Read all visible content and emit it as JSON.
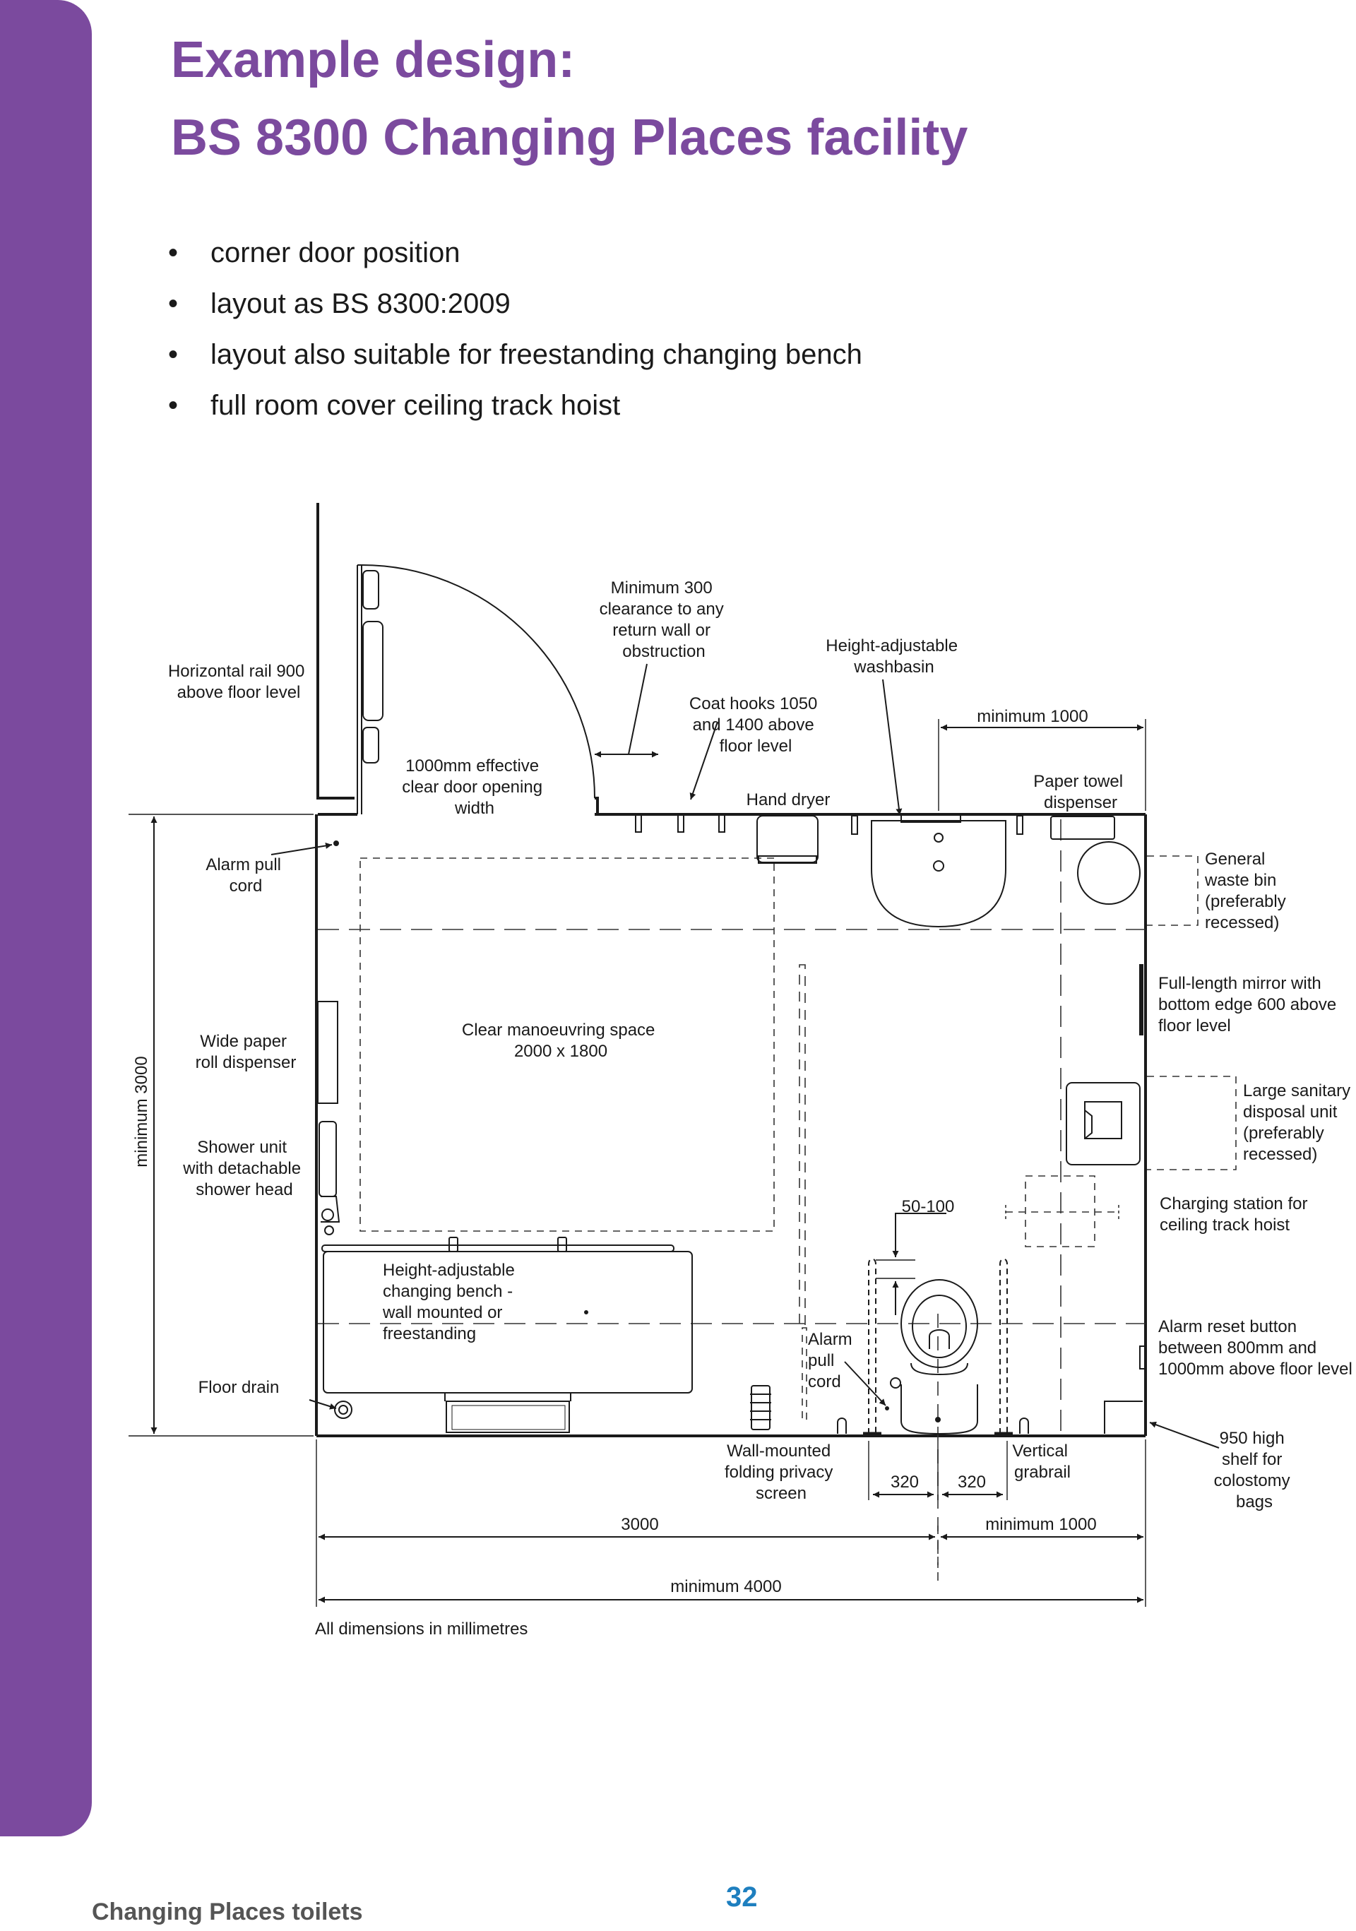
{
  "header": {
    "title_line1": "Example design:",
    "title_line2": "BS 8300 Changing Places facility"
  },
  "bullets": [
    "corner door position",
    "layout as BS 8300:2009",
    "layout also suitable for freestanding changing bench",
    "full room cover ceiling track hoist"
  ],
  "plan": {
    "labels": {
      "horizontal_rail": [
        "Horizontal rail 900",
        "above floor level"
      ],
      "min_clearance": [
        "Minimum 300",
        "clearance to any",
        "return wall or",
        "obstruction"
      ],
      "washbasin": [
        "Height-adjustable",
        "washbasin"
      ],
      "coat_hooks": [
        "Coat hooks 1050",
        "and 1400 above",
        "floor level"
      ],
      "door_opening": [
        "1000mm effective",
        "clear door opening",
        "width"
      ],
      "hand_dryer": [
        "Hand dryer"
      ],
      "paper_towel": [
        "Paper towel",
        "dispenser"
      ],
      "alarm_pull_cord_top": [
        "Alarm pull",
        "cord"
      ],
      "waste_bin": [
        "General",
        "waste bin",
        "(preferably",
        "recessed)"
      ],
      "mirror": [
        "Full-length mirror with",
        "bottom edge 600 above",
        "floor level"
      ],
      "paper_roll": [
        "Wide paper",
        "roll dispenser"
      ],
      "manoeuvring": [
        "Clear manoeuvring space",
        "2000 x 1800"
      ],
      "sanitary_disposal": [
        "Large sanitary",
        "disposal unit",
        "(preferably",
        "recessed)"
      ],
      "shower": [
        "Shower unit",
        "with detachable",
        "shower head"
      ],
      "charging_station": [
        "Charging station for",
        "ceiling track hoist"
      ],
      "changing_bench": [
        "Height-adjustable",
        "changing bench -",
        "wall mounted or",
        "freestanding"
      ],
      "alarm_pull_cord_wc": [
        "Alarm",
        "pull",
        "cord"
      ],
      "alarm_reset": [
        "Alarm reset button",
        "between 800mm and",
        "1000mm above floor level"
      ],
      "floor_drain": [
        "Floor drain"
      ],
      "shelf": [
        "950 high",
        "shelf for",
        "colostomy",
        "bags"
      ],
      "privacy_screen": [
        "Wall-mounted",
        "folding privacy",
        "screen"
      ],
      "vertical_grabrail": [
        "Vertical",
        "grabrail"
      ]
    },
    "dimensions": {
      "minimum_1000_top": "minimum 1000",
      "minimum_3000": "minimum 3000",
      "wc_offset": "50-100",
      "grab_left": "320",
      "grab_right": "320",
      "width_3000": "3000",
      "minimum_1000_bottom": "minimum 1000",
      "minimum_4000": "minimum 4000"
    },
    "note": "All dimensions in millimetres"
  },
  "footer": {
    "section_title": "Changing Places toilets",
    "page_number": "32"
  },
  "colors": {
    "accent_purple": "#7b4a9e",
    "page_number_blue": "#1e7fbf"
  }
}
